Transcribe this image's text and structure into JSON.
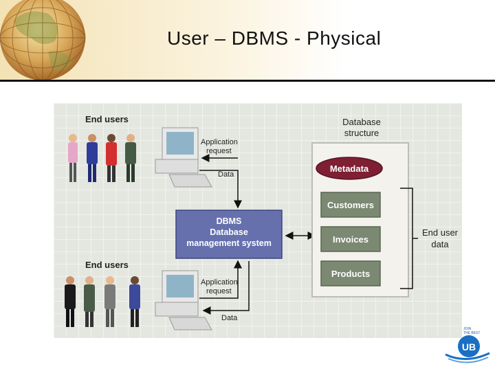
{
  "slide": {
    "title": "User – DBMS - Physical"
  },
  "diagram": {
    "end_users_top": "End users",
    "end_users_bottom": "End users",
    "app_request_top": [
      "Application",
      "request"
    ],
    "data_top": "Data",
    "app_request_bottom": [
      "Application",
      "request"
    ],
    "data_bottom": "Data",
    "dbms": [
      "DBMS",
      "Database",
      "management system"
    ],
    "db_structure": [
      "Database",
      "structure"
    ],
    "metadata": "Metadata",
    "tables": [
      "Customers",
      "Invoices",
      "Products"
    ],
    "end_user_data": [
      "End user",
      "data"
    ]
  },
  "logo": {
    "text": "UB",
    "tag1": "JOIN",
    "tag2": "THE BEST"
  },
  "colors": {
    "dbms_box": "#6570ad",
    "metadata": "#7e1f34",
    "tables": "#7b8872",
    "grid_bg": "#e6e8e2"
  }
}
